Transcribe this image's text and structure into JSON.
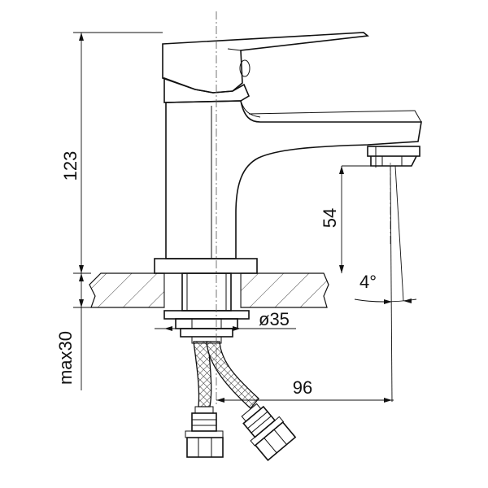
{
  "dimensions": {
    "overall_height": "123",
    "spout_height": "54",
    "spout_angle": "4°",
    "hole_diameter": "ø35",
    "max_deck_thickness": "max30",
    "spout_reach": "96"
  },
  "colors": {
    "line": "#111111",
    "background": "#ffffff",
    "hatch": "#333333"
  }
}
